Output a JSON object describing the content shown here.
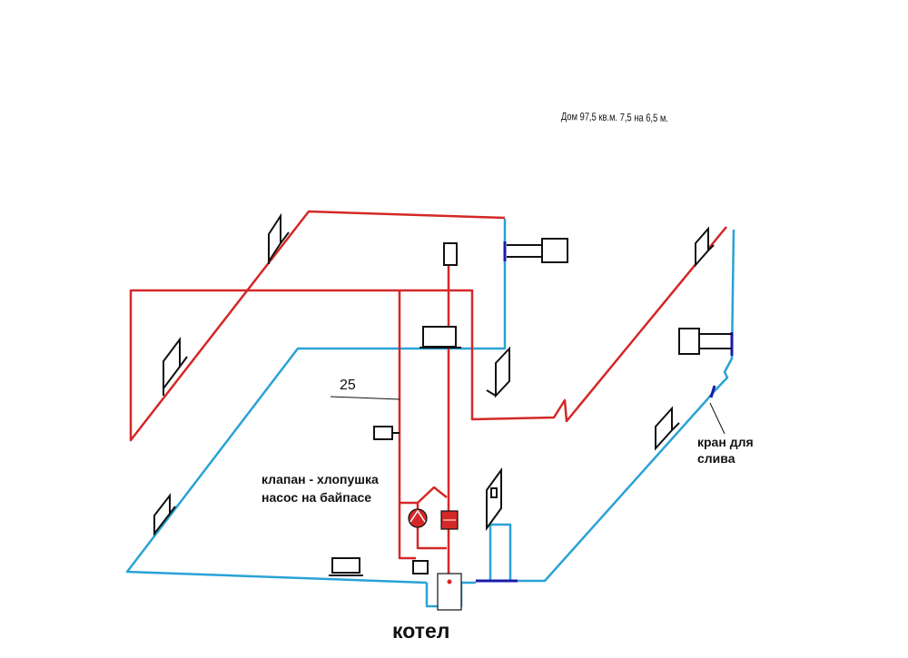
{
  "labels": {
    "house_note": "Дом 97,5 кв.м.  7,5 на 6,5 м.",
    "pipe_size": "25",
    "valve": "клапан  - хлопушка",
    "pump": "насос на байпасе",
    "drain_line1": "кран для",
    "drain_line2": "слива",
    "boiler": "котел"
  },
  "colors": {
    "supply": "#d42828",
    "return": "#2aa2d6",
    "valve_fitting": "#1a1aa8",
    "radiator": "#111111",
    "background": "#ffffff"
  }
}
